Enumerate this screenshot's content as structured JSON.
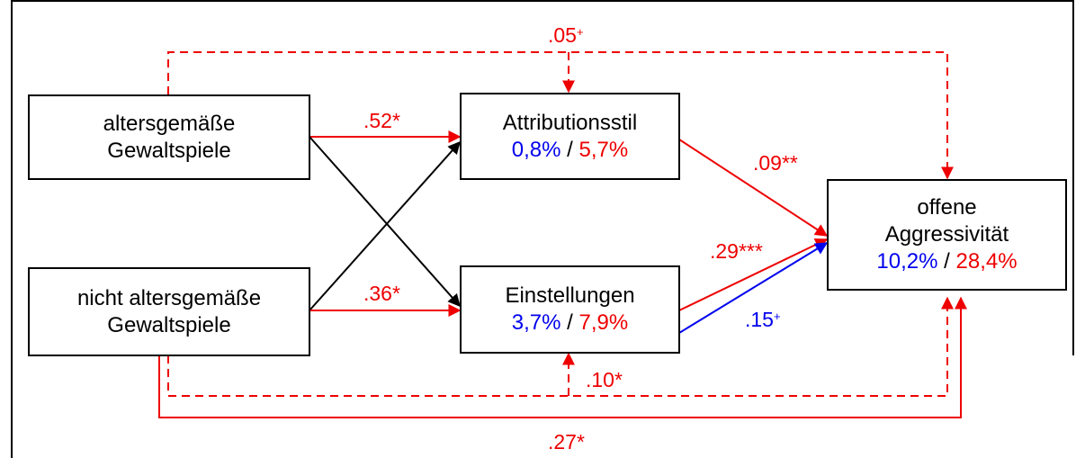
{
  "nodes": {
    "age_appropriate": {
      "line1": "altersgemäße",
      "line2": "Gewaltspiele"
    },
    "not_age_appropriate": {
      "line1": "nicht altersgemäße",
      "line2": "Gewaltspiele"
    },
    "attribution": {
      "title": "Attributionsstil",
      "blue": "0,8%",
      "sep": " / ",
      "red": "5,7%"
    },
    "attitudes": {
      "title": "Einstellungen",
      "blue": "3,7%",
      "sep": " / ",
      "red": "7,9%"
    },
    "aggression": {
      "line1": "offene",
      "line2": "Aggressivität",
      "blue": "10,2%",
      "sep": " / ",
      "red": "28,4%"
    }
  },
  "paths": {
    "top_dashed": {
      "value": ".05",
      "sig": "+"
    },
    "age_to_attr": {
      "value": ".52",
      "sig": "*"
    },
    "attr_to_aggr": {
      "value": ".09",
      "sig": "**"
    },
    "att_to_aggr_red": {
      "value": ".29",
      "sig": "***"
    },
    "att_to_aggr_blue": {
      "value": ".15",
      "sig": "+"
    },
    "notage_to_att": {
      "value": ".36",
      "sig": "*"
    },
    "bottom_dashed": {
      "value": ".10",
      "sig": "*"
    },
    "bottom_solid": {
      "value": ".27",
      "sig": "*"
    }
  },
  "colors": {
    "red": "#ee0000",
    "blue": "#0000ee",
    "black": "#000000"
  }
}
